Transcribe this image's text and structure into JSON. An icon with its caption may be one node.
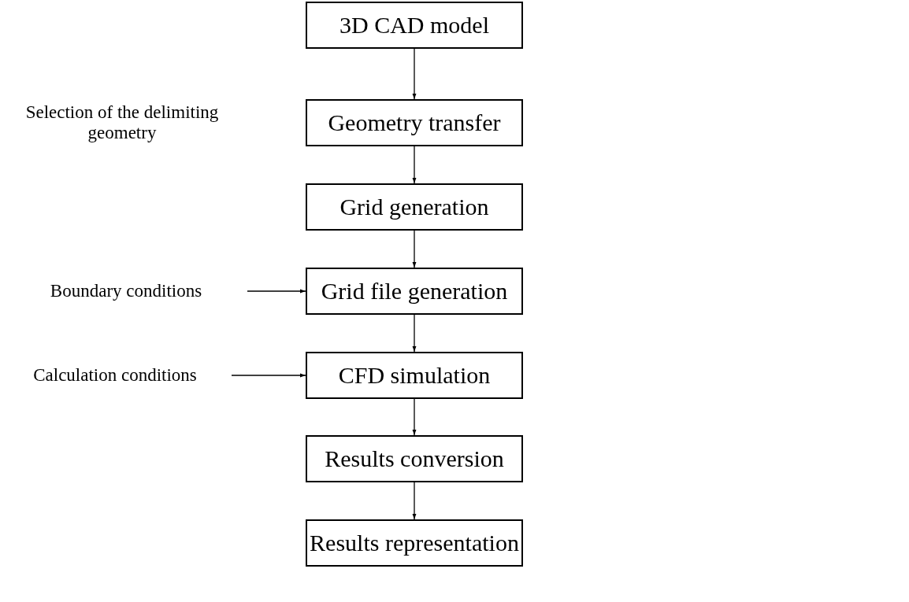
{
  "diagram": {
    "nodes": [
      {
        "text": [
          "3D CAD model"
        ]
      },
      {
        "text": [
          "Geometry transfer"
        ]
      },
      {
        "text": [
          "Grid generation"
        ]
      },
      {
        "text": [
          "Grid file generation"
        ]
      },
      {
        "text": [
          "CFD simulation"
        ]
      },
      {
        "text": [
          "Results conversion"
        ]
      },
      {
        "text": [
          "Results representation"
        ]
      },
      {
        "text": [
          "Boundary conditions"
        ]
      },
      {
        "text": [
          "Calculation conditions"
        ]
      }
    ],
    "edges": [
      {
        "from": 0,
        "to": 1,
        "arrow": "to"
      },
      {
        "from": 1,
        "to": 2,
        "arrow": "to"
      },
      {
        "from": 2,
        "to": 3,
        "arrow": "to"
      },
      {
        "from": 3,
        "to": 4,
        "arrow": "to"
      },
      {
        "from": 4,
        "to": 5,
        "arrow": "to"
      },
      {
        "from": 5,
        "to": 6,
        "arrow": "to"
      },
      {
        "from": 7,
        "to": 3,
        "arrow": "to"
      },
      {
        "from": 8,
        "to": 4,
        "arrow": "to"
      }
    ],
    "labels": [
      "Selection of the delimiting geometry"
    ]
  }
}
